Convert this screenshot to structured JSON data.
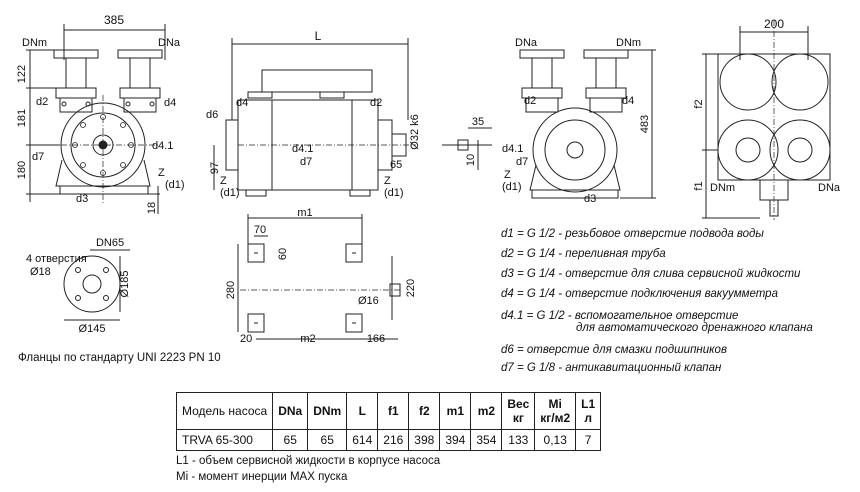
{
  "views": {
    "front": {
      "width_dim": "385",
      "dn_m": "DNm",
      "dn_a": "DNa",
      "h_top": "122",
      "h_mid": "181",
      "h_low": "180",
      "h_base": "18",
      "d2": "d2",
      "d4": "d4",
      "d4_1": "d4.1",
      "d7": "d7",
      "d3": "d3",
      "z": "Z",
      "d1": "(d1)"
    },
    "side": {
      "length": "L",
      "d6": "d6",
      "d4": "d4",
      "d2": "d2",
      "shaft": "Ø32 k6",
      "h97": "97",
      "d4_1": "d4.1",
      "d7": "d7",
      "z1": "Z",
      "d1_left": "(d1)",
      "z2": "Z",
      "d1_right": "(d1)",
      "dim65": "65"
    },
    "key": {
      "w35": "35",
      "h10": "10"
    },
    "rear": {
      "dn_a": "DNa",
      "dn_m": "DNm",
      "d2": "d2",
      "d4": "d4",
      "height": "483",
      "d4_1": "d4.1",
      "d7": "d7",
      "z": "Z",
      "d1": "(d1)",
      "d3": "d3"
    },
    "top": {
      "width": "200",
      "f2": "f2",
      "f1": "f1",
      "dn_m": "DNm",
      "dn_a": "DNa"
    },
    "flange": {
      "title": "DN65",
      "holes_line1": "4 отверстия",
      "holes_line2": "Ø18",
      "d185": "Ø185",
      "d145": "Ø145"
    },
    "base": {
      "m1": "m1",
      "w70": "70",
      "h60": "60",
      "h280": "280",
      "h220": "220",
      "d16": "Ø16",
      "w20": "20",
      "m2": "m2",
      "w166": "166"
    }
  },
  "flange_note": "Фланцы по стандарту UNI 2223 PN 10",
  "legend": {
    "d1": "d1 = G 1/2 - резьбовое отверстие подвода воды",
    "d2": "d2 = G 1/4 - переливная труба",
    "d3": "d3 = G 1/4 - отверстие для слива сервисной жидкости",
    "d4": "d4 = G 1/4 - отверстие подключения вакуумметра",
    "d41_line1": "d4.1 = G 1/2 - вспомогательное отверстие",
    "d41_line2": "для автоматического дренажного клапана",
    "d6": "d6 = отверстие для смазки подшипников",
    "d7": "d7 = G 1/8 - антикавитационный клапан"
  },
  "table": {
    "headers": [
      {
        "l1": "Модель насоса",
        "l2": ""
      },
      {
        "l1": "DNa",
        "l2": ""
      },
      {
        "l1": "DNm",
        "l2": ""
      },
      {
        "l1": "L",
        "l2": ""
      },
      {
        "l1": "f1",
        "l2": ""
      },
      {
        "l1": "f2",
        "l2": ""
      },
      {
        "l1": "m1",
        "l2": ""
      },
      {
        "l1": "m2",
        "l2": ""
      },
      {
        "l1": "Вес",
        "l2": "кг"
      },
      {
        "l1": "Mi",
        "l2": "кг/м2"
      },
      {
        "l1": "L1",
        "l2": "л"
      }
    ],
    "rows": [
      [
        "TRVA 65-300",
        "65",
        "65",
        "614",
        "216",
        "398",
        "394",
        "354",
        "133",
        "0,13",
        "7"
      ]
    ]
  },
  "footnotes": {
    "l1": "L1 - объем сервисной жидкости в корпусе насоса",
    "mi": "Mi - момент инерции MAX пуска"
  }
}
